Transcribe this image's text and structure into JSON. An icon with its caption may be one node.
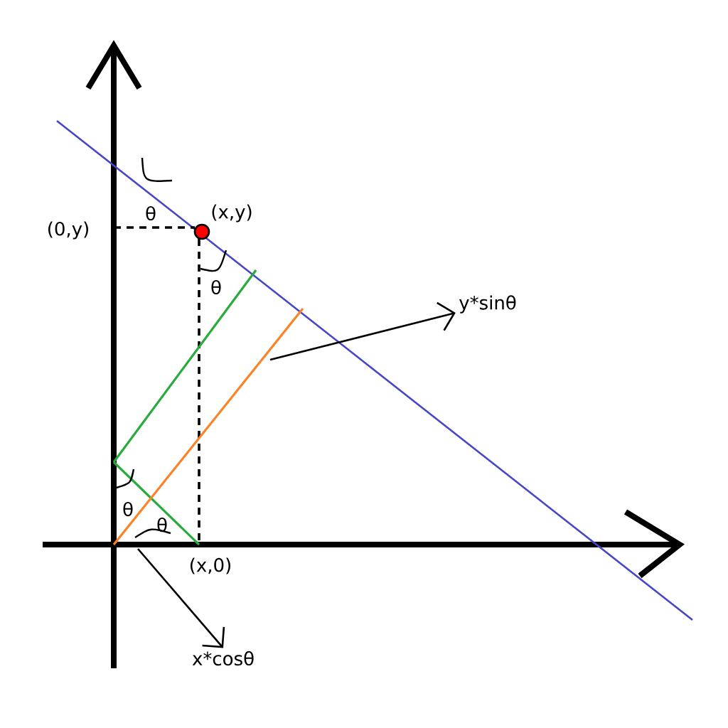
{
  "diagram": {
    "nodes": [
      {
        "text": [
          "y*sinθ"
        ]
      },
      {
        "text": [
          "x*cosθ"
        ]
      }
    ],
    "edges": [
      {
        "from": null,
        "to": 0,
        "arrow": "to"
      },
      {
        "from": null,
        "to": 1,
        "arrow": "to"
      }
    ],
    "labels": [
      "θ",
      "(0,y)",
      "(x,y)",
      "θ",
      "θ",
      "θ",
      "(x,0)"
    ]
  }
}
